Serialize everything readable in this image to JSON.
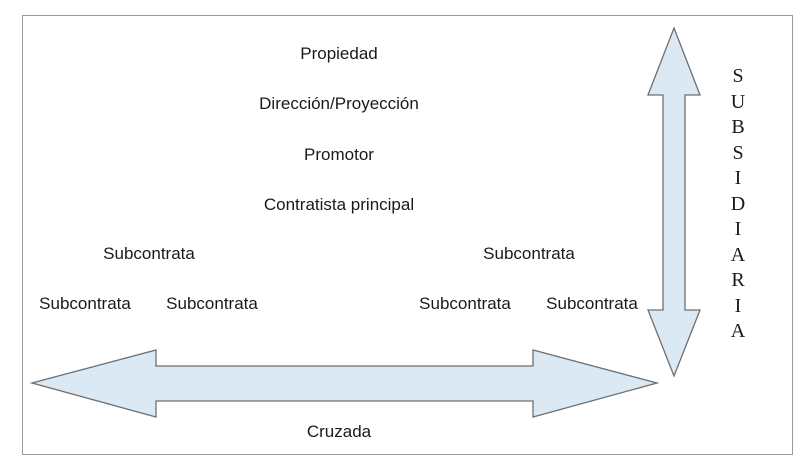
{
  "hierarchy": {
    "propiedad": "Propiedad",
    "direccion": "Dirección/Proyección",
    "promotor": "Promotor",
    "contratista": "Contratista principal"
  },
  "subcontratas": {
    "left_top": "Subcontrata",
    "left_bottom_1": "Subcontrata",
    "left_bottom_2": "Subcontrata",
    "right_top": "Subcontrata",
    "right_bottom_1": "Subcontrata",
    "right_bottom_2": "Subcontrata"
  },
  "arrows": {
    "horizontal_label": "Cruzada",
    "vertical_label": "SUBSIDIARIA",
    "fill_color": "#dbe9f5",
    "stroke_color": "#6f6f6f"
  }
}
